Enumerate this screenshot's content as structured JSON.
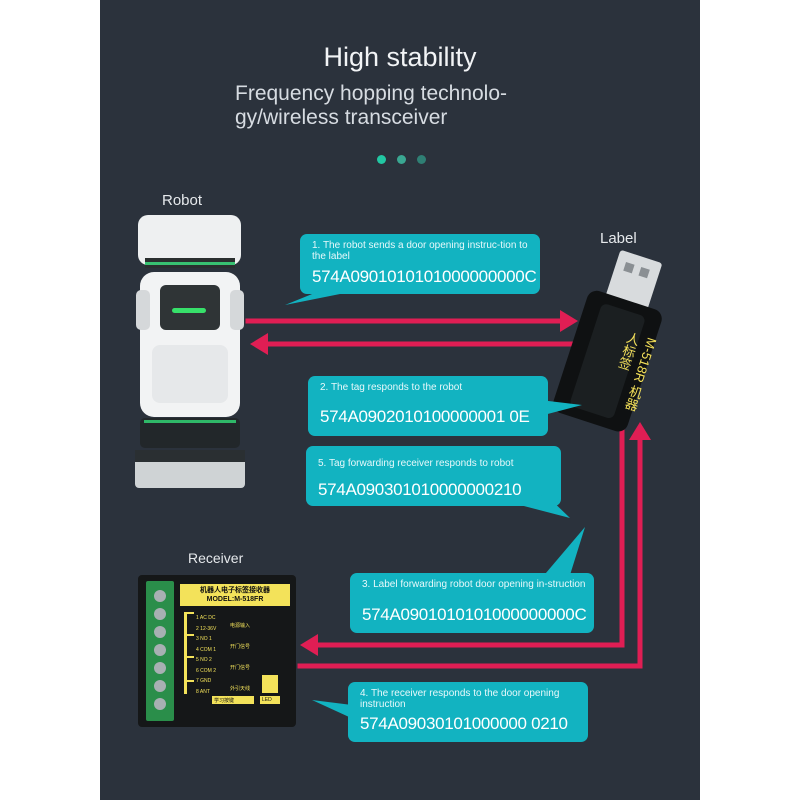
{
  "header": {
    "title": "High stability",
    "subtitle": "Frequency hopping technolo-gy/wireless transceiver"
  },
  "labels": {
    "robot": "Robot",
    "label": "Label",
    "receiver": "Receiver"
  },
  "dongle": {
    "text": "M-518R 机器人标签"
  },
  "receiver_device": {
    "header": "机器人电子标签接收器",
    "model": "MODEL:M-518FR",
    "pins": [
      "1 AC DC",
      "2 12-36V",
      "3 NO 1",
      "4 COM 1",
      "5 NO 2",
      "6 COM 2",
      "7 GND",
      "8 ANT"
    ],
    "pin_labels": [
      "电源输入",
      "开门信号",
      "开门信号",
      "外引天线"
    ],
    "bottom_left": "学习按键",
    "bottom_right": "LED"
  },
  "bubbles": [
    {
      "caption": "1. The robot sends a door opening instruc-tion to the label",
      "code": "574A0901010101000000000C"
    },
    {
      "caption": "2. The tag responds to the robot",
      "code": "574A0902010100000001 0E"
    },
    {
      "caption": "5. Tag forwarding receiver responds to robot",
      "code": "574A090301010000000210"
    },
    {
      "caption": "3. Label forwarding robot door opening in-struction",
      "code": "574A0901010101000000000C"
    },
    {
      "caption": "4. The receiver responds to the door opening instruction",
      "code": "574A09030101000000 0210"
    }
  ],
  "colors": {
    "background": "#2b323c",
    "accent_teal": "#12b3c1",
    "arrow_red": "#e01e54",
    "dot_active": "#22c7a3"
  }
}
